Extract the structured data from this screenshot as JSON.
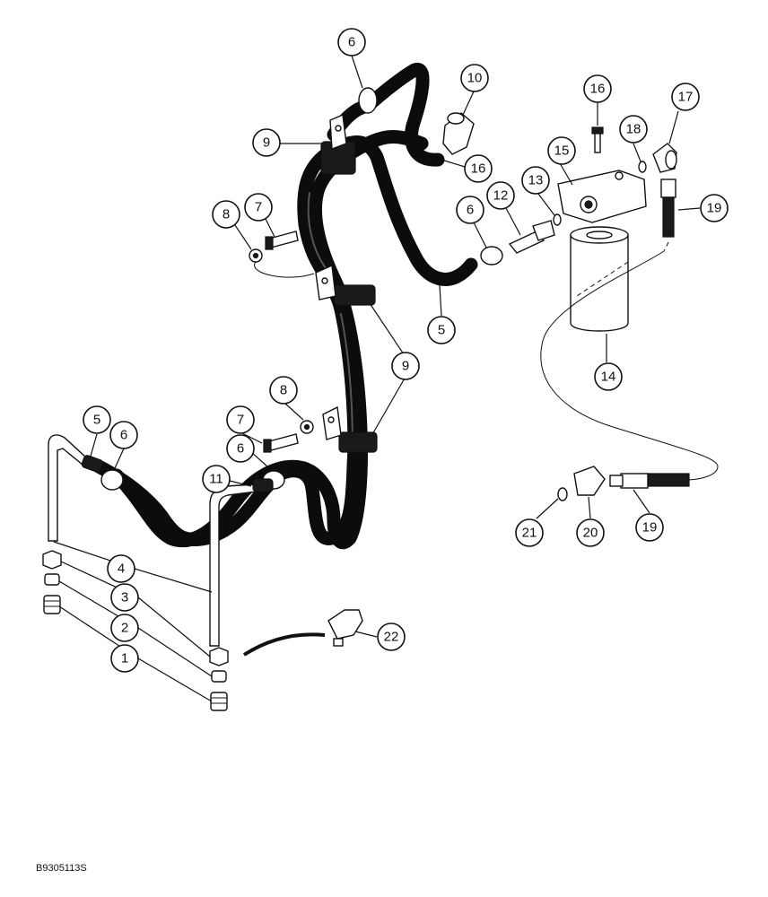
{
  "drawing_id": "B9305113S",
  "callouts": [
    {
      "label": "1"
    },
    {
      "label": "2"
    },
    {
      "label": "3"
    },
    {
      "label": "4"
    },
    {
      "label": "5"
    },
    {
      "label": "5"
    },
    {
      "label": "6"
    },
    {
      "label": "6"
    },
    {
      "label": "6"
    },
    {
      "label": "6"
    },
    {
      "label": "7"
    },
    {
      "label": "7"
    },
    {
      "label": "8"
    },
    {
      "label": "8"
    },
    {
      "label": "9"
    },
    {
      "label": "9"
    },
    {
      "label": "10"
    },
    {
      "label": "11"
    },
    {
      "label": "12"
    },
    {
      "label": "13"
    },
    {
      "label": "14"
    },
    {
      "label": "15"
    },
    {
      "label": "16"
    },
    {
      "label": "16"
    },
    {
      "label": "17"
    },
    {
      "label": "18"
    },
    {
      "label": "19"
    },
    {
      "label": "19"
    },
    {
      "label": "20"
    },
    {
      "label": "21"
    },
    {
      "label": "22"
    }
  ]
}
